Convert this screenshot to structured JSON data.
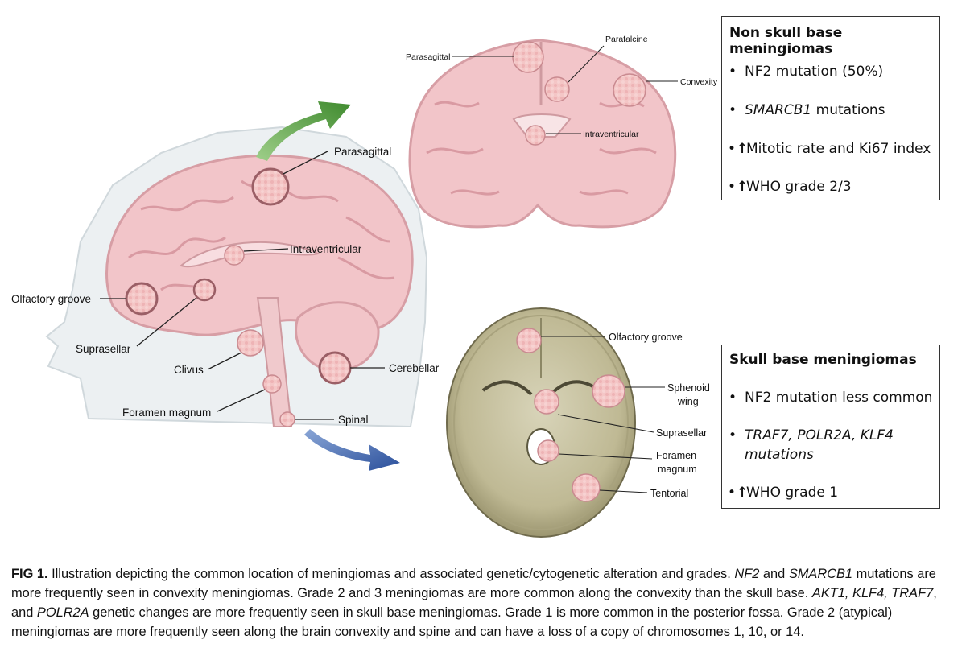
{
  "sagittal_labels": {
    "parasagittal": "Parasagittal",
    "intraventricular": "Intraventricular",
    "olfactory_groove": "Olfactory groove",
    "suprasellar": "Suprasellar",
    "clivus": "Clivus",
    "foramen_magnum": "Foramen magnum",
    "cerebellar": "Cerebellar",
    "spinal": "Spinal"
  },
  "coronal_labels": {
    "parasagittal": "Parasagittal",
    "parafalcine": "Parafalcine",
    "convexity": "Convexity",
    "intraventricular": "Intraventricular"
  },
  "skull_labels": {
    "olfactory_groove": "Olfactory groove",
    "sphenoid_1": "Sphenoid",
    "sphenoid_2": "wing",
    "suprasellar": "Suprasellar",
    "foramen_1": "Foramen",
    "foramen_2": "magnum",
    "tentorial": "Tentorial"
  },
  "non_skull_box": {
    "title": "Non skull base meningiomas",
    "bullet": "•",
    "items": [
      "NF2 mutation (50%)",
      "SMARCB1",
      " mutations",
      "Mitotic rate and Ki67 index",
      "WHO grade 2/3"
    ]
  },
  "skull_box": {
    "title": "Skull base meningiomas",
    "bullet": "•",
    "items": [
      "NF2 mutation less common",
      "TRAF7, POLR2A, KLF4",
      "mutations",
      "WHO grade 1"
    ]
  },
  "caption": {
    "label": "FIG 1.",
    "t1": " Illustration depicting the common location of meningiomas and associated genetic/cytogenetic alteration and grades. ",
    "g1": "NF2",
    "t2": " and ",
    "g2": "SMARCB1",
    "t3": " mutations are more frequently seen in convexity meningiomas. Grade 2 and 3 meningiomas are more common along the convexity than the skull base. ",
    "g3": "AKT1, KLF4, TRAF7",
    "t4": ", and ",
    "g4": "POLR2A",
    "t5": " genetic changes are more frequently seen in skull base meningiomas. Grade 1 is more common in the posterior fossa. Grade 2 (atypical) meningiomas are more frequently seen along the brain convexity and spine and can have a loss of a copy of chromosomes 1, 10, or 14."
  }
}
